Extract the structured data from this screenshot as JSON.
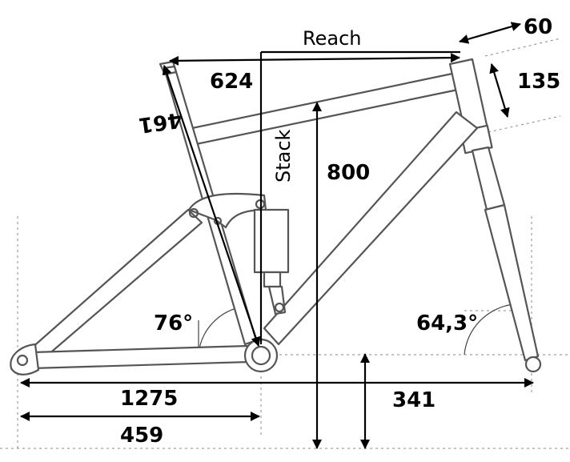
{
  "labels": {
    "reach_title": "Reach",
    "stack_title": "Stack",
    "top_value": "624",
    "seat_value": "461",
    "stack_value": "800",
    "stem_value": "60",
    "headtube_value": "135",
    "seat_angle": "76°",
    "head_angle": "64,3°",
    "wheelbase": "1275",
    "chainstay": "459",
    "bb_drop": "341"
  },
  "colors": {
    "frame": "#555555",
    "dimension": "#000000",
    "background": "#ffffff"
  }
}
